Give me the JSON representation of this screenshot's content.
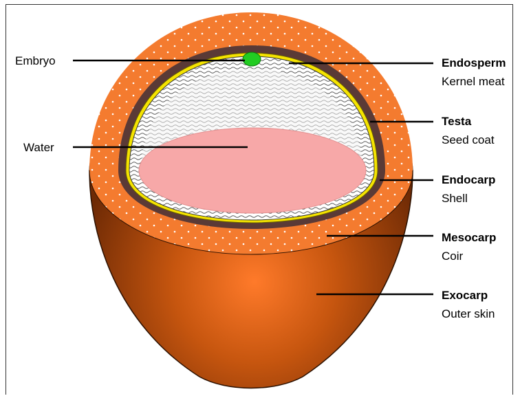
{
  "diagram": {
    "colors": {
      "exocarp": "#c2540a",
      "mesocarp": "#f47b2f",
      "endocarp": "#5a3a36",
      "testa": "#f5e400",
      "endosperm": "#ffffff",
      "water": "#f7a8a8",
      "embryo": "#22cc22"
    },
    "left_labels": {
      "embryo": "Embryo",
      "water": "Water"
    },
    "right_labels": [
      {
        "name": "Endosperm",
        "desc": "Kernel meat"
      },
      {
        "name": "Testa",
        "desc": "Seed coat"
      },
      {
        "name": "Endocarp",
        "desc": "Shell"
      },
      {
        "name": "Mesocarp",
        "desc": "Coir"
      },
      {
        "name": "Exocarp",
        "desc": "Outer skin"
      }
    ]
  }
}
